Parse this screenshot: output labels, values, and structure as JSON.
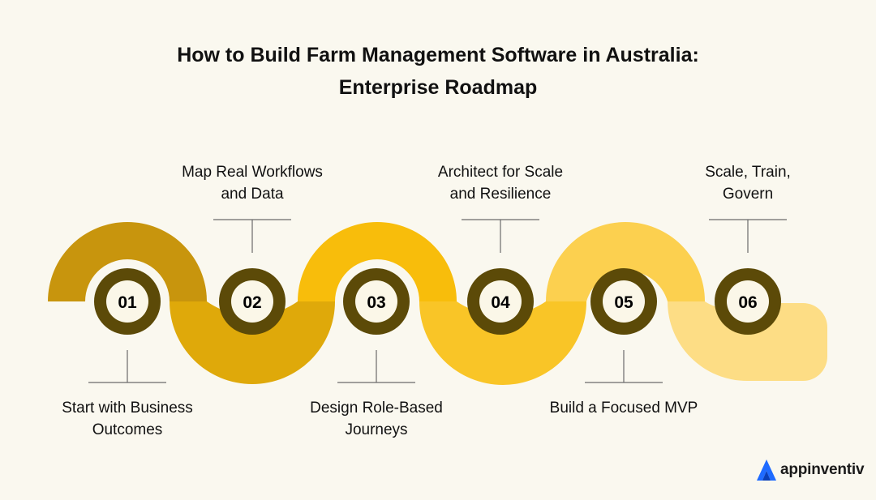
{
  "title": {
    "line1": "How to Build Farm Management Software in Australia:",
    "line2": "Enterprise Roadmap"
  },
  "colors": {
    "background": "#faf8ef",
    "badge_ring": "#5c4a08",
    "badge_inner": "#fbf7e8",
    "segments": [
      "#c8950d",
      "#dfa90a",
      "#f8bd0b",
      "#f9c527",
      "#fcd04f",
      "#fddd85"
    ]
  },
  "steps": [
    {
      "number": "01",
      "label_line1": "Start with Business",
      "label_line2": "Outcomes"
    },
    {
      "number": "02",
      "label_line1": "Map Real Workflows",
      "label_line2": "and Data"
    },
    {
      "number": "03",
      "label_line1": "Design Role-Based",
      "label_line2": "Journeys"
    },
    {
      "number": "04",
      "label_line1": "Architect for Scale",
      "label_line2": "and Resilience"
    },
    {
      "number": "05",
      "label_line1": "Build a Focused MVP",
      "label_line2": ""
    },
    {
      "number": "06",
      "label_line1": "Scale, Train,",
      "label_line2": "Govern"
    }
  ],
  "logo": {
    "text": "appinventiv",
    "icon": "appinventiv-logo-icon"
  }
}
